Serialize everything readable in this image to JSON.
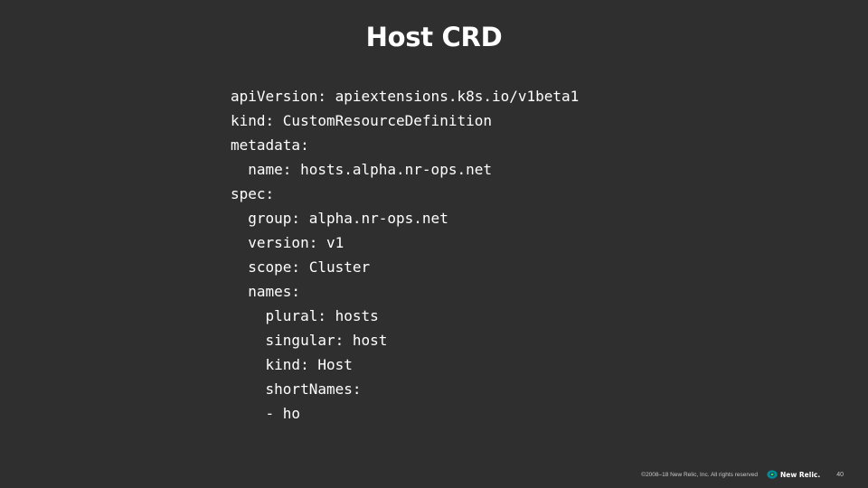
{
  "slide": {
    "title": "Host CRD",
    "code_lines": [
      "apiVersion: apiextensions.k8s.io/v1beta1",
      "kind: CustomResourceDefinition",
      "metadata:",
      "  name: hosts.alpha.nr-ops.net",
      "spec:",
      "  group: alpha.nr-ops.net",
      "  version: v1",
      "  scope: Cluster",
      "  names:",
      "    plural: hosts",
      "    singular: host",
      "    kind: Host",
      "    shortNames:",
      "    - ho"
    ]
  },
  "footer": {
    "copyright": "©2008–18 New Relic, Inc. All rights reserved",
    "logo_text": "New Relic.",
    "logo_icon": "new-relic-logo-icon",
    "page_number": "40"
  },
  "colors": {
    "background": "#2f2f2f",
    "text": "#ffffff",
    "logo_accent": "#1ce783",
    "logo_ring": "#008c99"
  }
}
